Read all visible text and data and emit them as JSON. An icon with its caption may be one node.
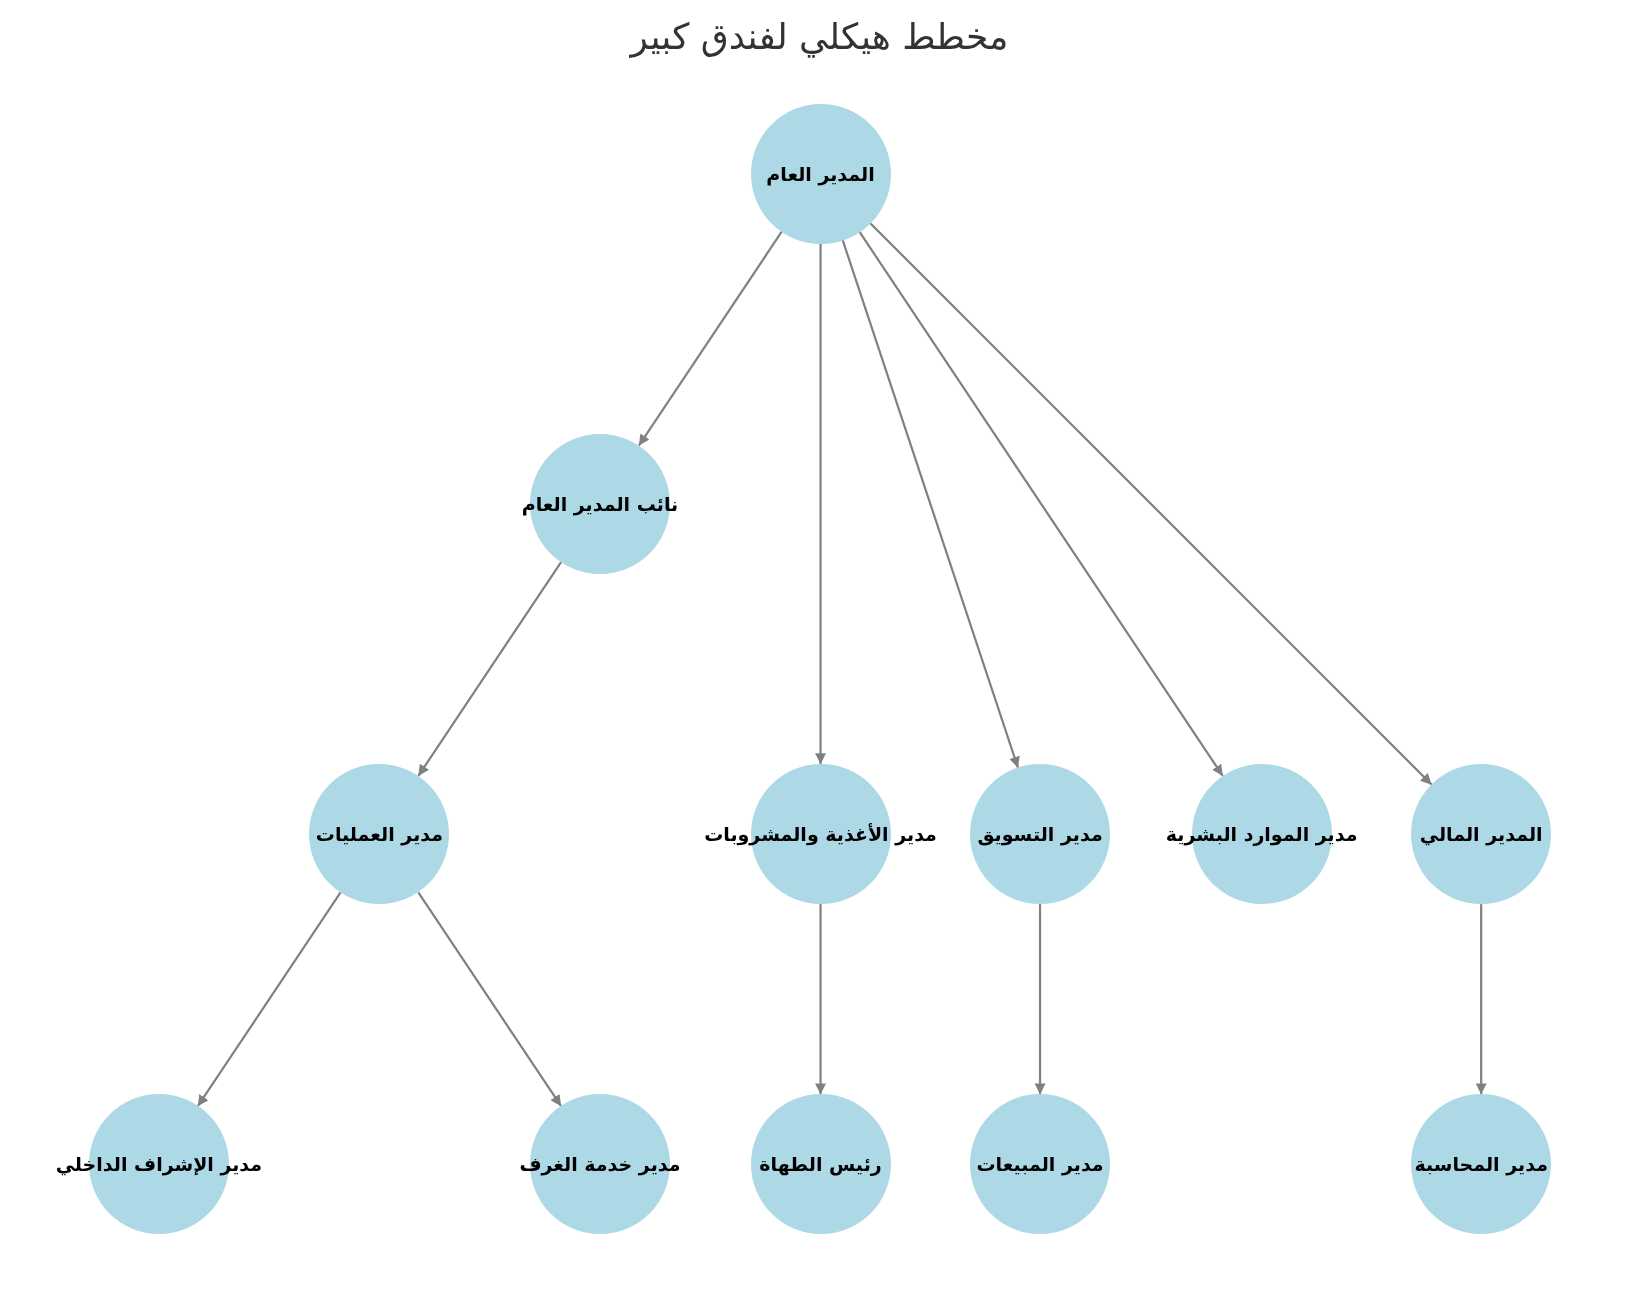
{
  "diagram": {
    "title": "مخطط هيكلي لفندق كبير",
    "nodes": [
      {
        "text": [
          "المدير العام"
        ]
      },
      {
        "text": [
          "نائب المدير العام"
        ]
      },
      {
        "text": [
          "مدير العمليات"
        ]
      },
      {
        "text": [
          "مدير الأغذية والمشروبات"
        ]
      },
      {
        "text": [
          "مدير التسويق"
        ]
      },
      {
        "text": [
          "مدير الموارد البشرية"
        ]
      },
      {
        "text": [
          "المدير المالي"
        ]
      },
      {
        "text": [
          "مدير الإشراف الداخلي"
        ]
      },
      {
        "text": [
          "مدير خدمة الغرف"
        ]
      },
      {
        "text": [
          "رئيس الطهاة"
        ]
      },
      {
        "text": [
          "مدير المبيعات"
        ]
      },
      {
        "text": [
          "مدير المحاسبة"
        ]
      }
    ],
    "edges": [
      {
        "from": 0,
        "to": 1,
        "arrow": "to"
      },
      {
        "from": 0,
        "to": 3,
        "arrow": "to"
      },
      {
        "from": 0,
        "to": 4,
        "arrow": "to"
      },
      {
        "from": 0,
        "to": 5,
        "arrow": "to"
      },
      {
        "from": 0,
        "to": 6,
        "arrow": "to"
      },
      {
        "from": 1,
        "to": 2,
        "arrow": "to"
      },
      {
        "from": 2,
        "to": 7,
        "arrow": "to"
      },
      {
        "from": 2,
        "to": 8,
        "arrow": "to"
      },
      {
        "from": 3,
        "to": 9,
        "arrow": "to"
      },
      {
        "from": 4,
        "to": 10,
        "arrow": "to"
      },
      {
        "from": 6,
        "to": 11,
        "arrow": "to"
      }
    ]
  }
}
